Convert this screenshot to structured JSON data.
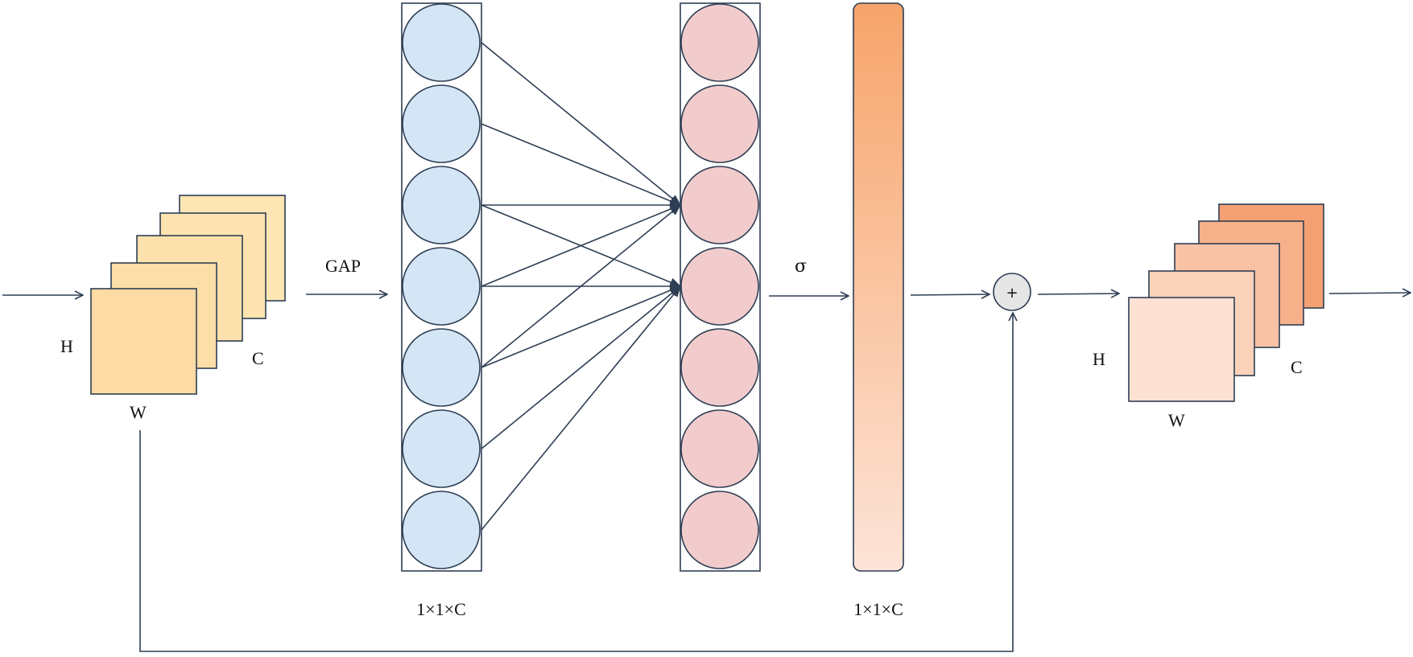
{
  "input_block": {
    "h_label": "H",
    "w_label": "W",
    "c_label": "C",
    "layer_colors": [
      "#fde6b4",
      "#fde4b0",
      "#fde1ac",
      "#fcdea8",
      "#fcdba4"
    ]
  },
  "gap_label": "GAP",
  "fc_input": {
    "node_count": 7,
    "dim_label": "1×1×C",
    "node_color": "#d4e6f5"
  },
  "fc_output": {
    "node_count": 7,
    "node_color": "#f2cccc"
  },
  "sigma_label": "σ",
  "attention_bar": {
    "dim_label": "1×1×C",
    "gradient_top": "#f7a46a",
    "gradient_bottom": "#fde4d8"
  },
  "add_op": {
    "symbol": "+"
  },
  "output_block": {
    "h_label": "H",
    "w_label": "W",
    "c_label": "C",
    "layer_colors": [
      "#f4a072",
      "#f6b08a",
      "#f9c2a4",
      "#fbd2ba",
      "#fde2d4"
    ]
  }
}
